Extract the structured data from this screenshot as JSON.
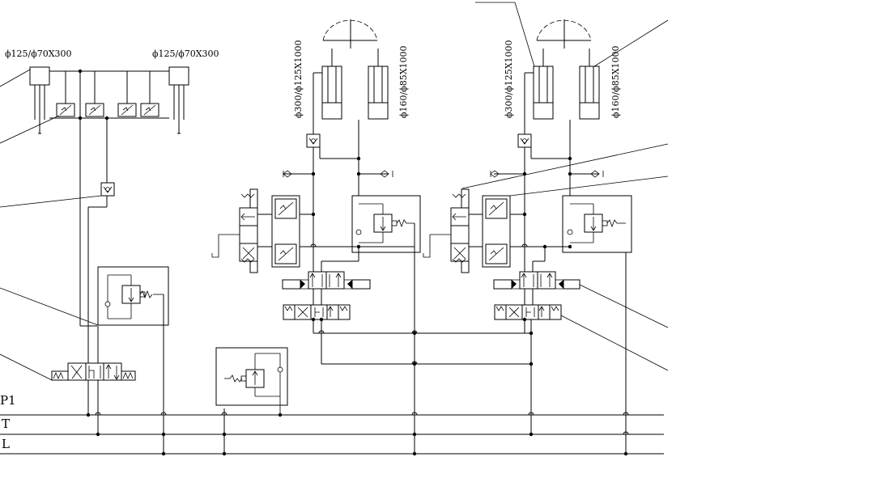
{
  "bus_labels": {
    "p1": "P1",
    "t": "T",
    "l": "L"
  },
  "cylinder_labels": {
    "left_a": "ϕ125/ϕ70X300",
    "left_b": "ϕ125/ϕ70X300",
    "mid_a": "ϕ300/ϕ125X1000",
    "mid_b": "ϕ160/ϕ85X1000",
    "right_a": "ϕ300/ϕ125X1000",
    "right_b": "ϕ160/ϕ85X1000"
  }
}
